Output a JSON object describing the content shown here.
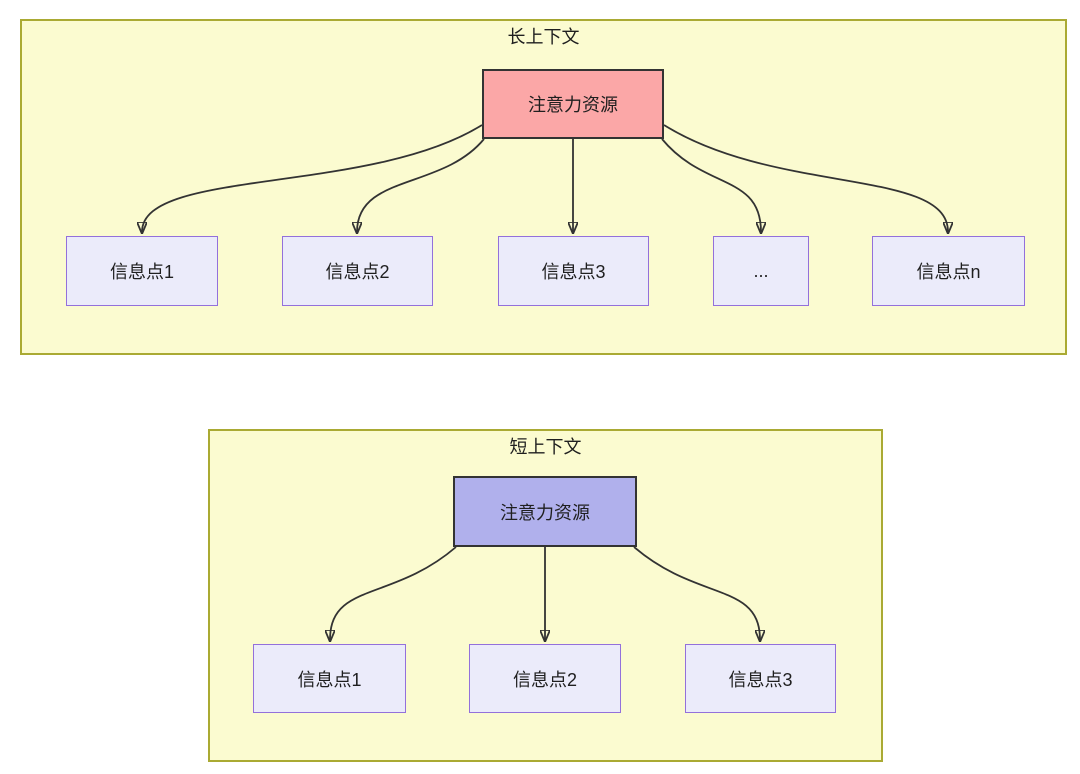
{
  "colors": {
    "panel_bg": "#fbfbd0",
    "panel_border": "#aaaa33",
    "attention_long_bg": "#fba7a7",
    "attention_short_bg": "#b0b0ec",
    "attention_border": "#333333",
    "info_bg": "#ebebfa",
    "info_border": "#9370db",
    "arrow": "#333333",
    "text": "#1f1f1f"
  },
  "panels": [
    {
      "title": "长上下文",
      "attention_label": "注意力资源",
      "items": [
        {
          "label": "信息点1"
        },
        {
          "label": "信息点2"
        },
        {
          "label": "信息点3"
        },
        {
          "label": "..."
        },
        {
          "label": "信息点n"
        }
      ]
    },
    {
      "title": "短上下文",
      "attention_label": "注意力资源",
      "items": [
        {
          "label": "信息点1"
        },
        {
          "label": "信息点2"
        },
        {
          "label": "信息点3"
        }
      ]
    }
  ]
}
